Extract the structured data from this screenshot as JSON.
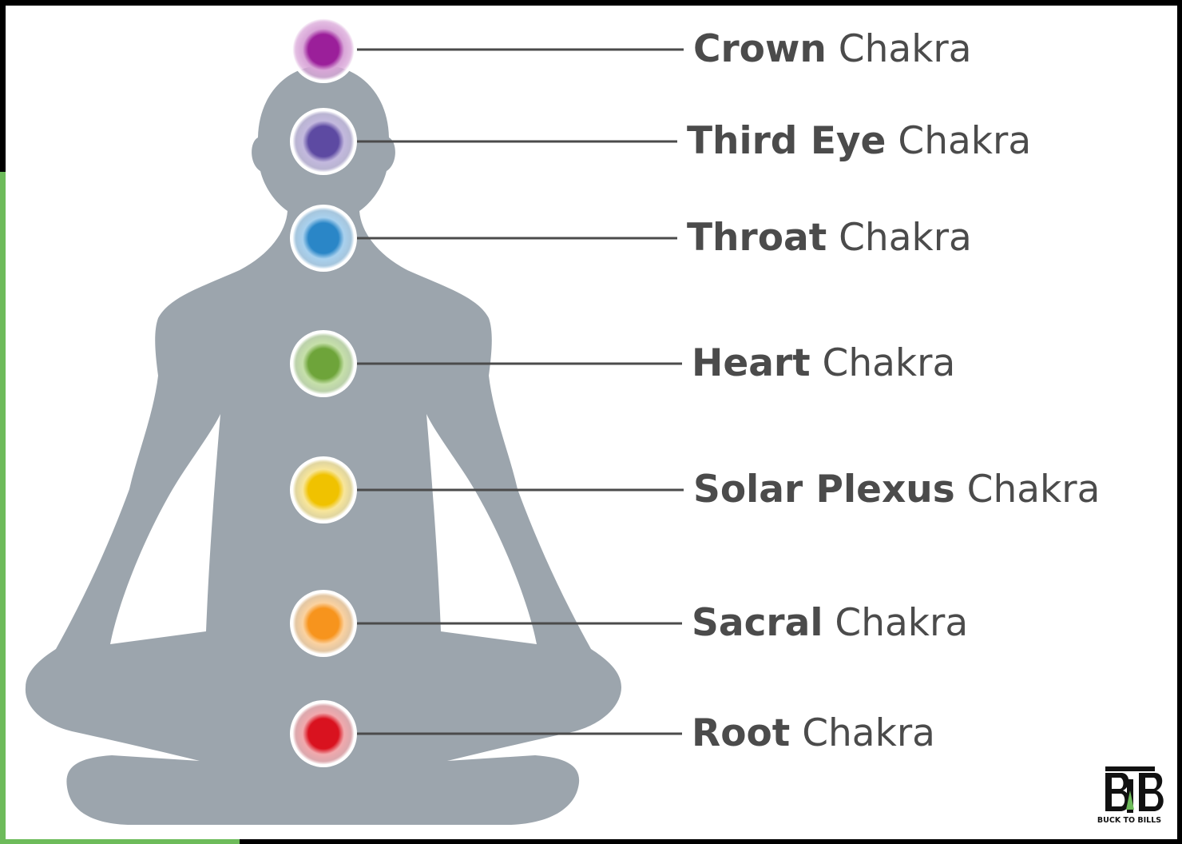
{
  "chakras": [
    {
      "bold": "Crown",
      "rest": "Chakra",
      "color": "#9b1f9a",
      "glow": "#d9a6d8"
    },
    {
      "bold": "Third Eye",
      "rest": "Chakra",
      "color": "#5d4aa2",
      "glow": "#c3b9de"
    },
    {
      "bold": "Throat",
      "rest": "Chakra",
      "color": "#2a86c7",
      "glow": "#a9d1ee"
    },
    {
      "bold": "Heart",
      "rest": "Chakra",
      "color": "#6ea43a",
      "glow": "#c6e0aa"
    },
    {
      "bold": "Solar Plexus",
      "rest": "Chakra",
      "color": "#f0c200",
      "glow": "#f8e69a"
    },
    {
      "bold": "Sacral",
      "rest": "Chakra",
      "color": "#f7941d",
      "glow": "#fbd2a0"
    },
    {
      "bold": "Root",
      "rest": "Chakra",
      "color": "#d9121f",
      "glow": "#f1a9ad"
    }
  ],
  "colors": {
    "silhouette": "#9ca5ad",
    "leader_line": "#4b4b4b",
    "text": "#4b4b4b",
    "accent_green": "#6dbb5a"
  },
  "logo": {
    "text": "BUCK TO BILLS",
    "icon": "btb-logo-icon"
  }
}
